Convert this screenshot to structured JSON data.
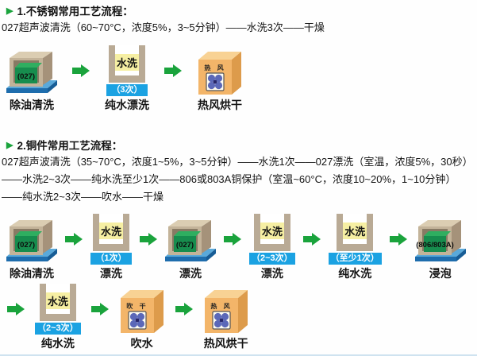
{
  "colors": {
    "accent_green": "#1aa33c",
    "band_blue": "#1ba2e2",
    "tank_tan": "#c3b399",
    "liquid_green": "#178d4e",
    "base_blue": "#1e6dad",
    "box_orange": "#f3b569",
    "fan_blue": "#5b68b8",
    "wash_yellow": "#f6efa3"
  },
  "section1": {
    "bullet": "▶",
    "title": "1.不锈钢常用工艺流程：",
    "description": "027超声波清洗（60~70°C，浓度5%，3~5分钟）——水洗3次——干燥",
    "flow": [
      {
        "type": "tank",
        "text": "(027)",
        "label": "除油清洗"
      },
      {
        "type": "wash",
        "text": "水洗",
        "count": "（3次）",
        "label": "纯水漂洗"
      },
      {
        "type": "fanbox",
        "text": "热 风",
        "label": "热风烘干"
      }
    ]
  },
  "section2": {
    "bullet": "▶",
    "title": "2.铜件常用工艺流程：",
    "description_lines": [
      "027超声波清洗（35~70°C，浓度1~5%，3~5分钟）——水洗1次——027漂洗（室温，浓度5%，30秒）",
      "——水洗2~3次——纯水洗至少1次——806或803A铜保护（室温~60°C，浓度10~20%，1~10分钟）",
      "——纯水洗2~3次——吹水——干燥"
    ],
    "flow_row1": [
      {
        "type": "tank",
        "text": "(027)",
        "label": "除油清洗"
      },
      {
        "type": "wash",
        "text": "水洗",
        "count": "（1次）",
        "label": "漂洗"
      },
      {
        "type": "tank",
        "text": "(027)",
        "label": "漂洗"
      },
      {
        "type": "wash",
        "text": "水洗",
        "count": "（2~3次）",
        "label": "漂洗"
      },
      {
        "type": "wash",
        "text": "水洗",
        "count": "（至少1次）",
        "label": "纯水洗"
      },
      {
        "type": "tank",
        "text": "(806/803A)",
        "label": "浸泡"
      }
    ],
    "flow_row2": [
      {
        "type": "wash",
        "text": "水洗",
        "count": "（2~3次）",
        "label": "纯水洗"
      },
      {
        "type": "fanbox",
        "text": "吹 干",
        "label": "吹水"
      },
      {
        "type": "fanbox",
        "text": "热 风",
        "label": "热风烘干"
      }
    ]
  }
}
